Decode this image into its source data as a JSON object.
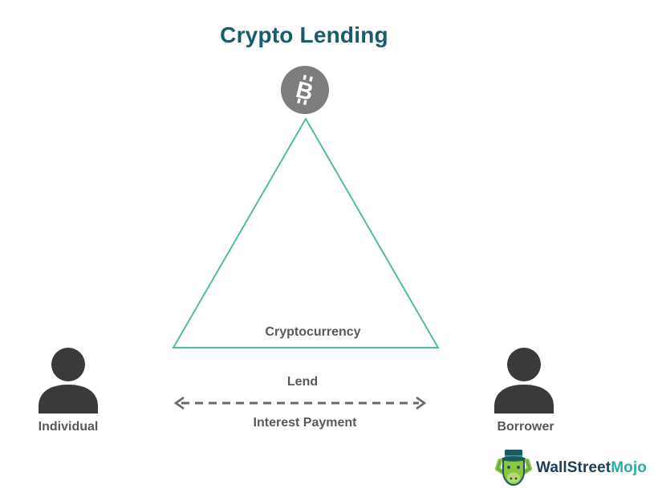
{
  "title": "Crypto Lending",
  "diagram": {
    "top_node": "bitcoin-icon",
    "center_label": "Cryptocurrency",
    "arrow_top_label": "Lend",
    "arrow_bottom_label": "Interest Payment",
    "left_actor": "Individual",
    "right_actor": "Borrower"
  },
  "logo": {
    "text_primary": "WallStreet",
    "text_secondary": "Mojo"
  },
  "colors": {
    "title_text": "#1a5b6e",
    "triangle_stroke": "#50bda1",
    "label_text": "#56595c",
    "person_fill": "#3a3a3a",
    "arrow_stroke": "#6a6a6a",
    "bitcoin_circle": "#7d7d7d",
    "bitcoin_glyph": "#ffffff",
    "logo_primary": "#1c3c57",
    "logo_secondary": "#2caca4",
    "mascot_green": "#8cc63f",
    "mascot_hat": "#1c5a60"
  }
}
